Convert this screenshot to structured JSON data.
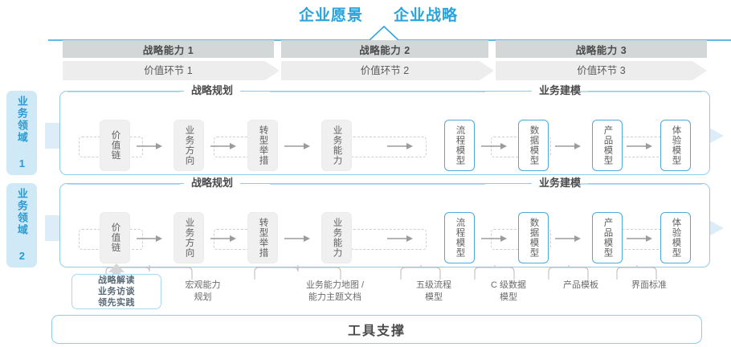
{
  "colors": {
    "accent_blue": "#29a3dc",
    "node_border_blue": "#4fa9dd",
    "band_blue": "#dcedf8",
    "header_gray": "#d4d7d8",
    "stage_gray": "#ededed",
    "text_gray": "#5a5a5a"
  },
  "header": {
    "vision": "企业愿景",
    "strategy": "企业战略",
    "capabilities": [
      {
        "label": "战略能力 1"
      },
      {
        "label": "战略能力 2"
      },
      {
        "label": "战略能力 3"
      }
    ],
    "value_stages": [
      {
        "label": "价值环节 1"
      },
      {
        "label": "价值环节 2"
      },
      {
        "label": "价值环节 3"
      }
    ]
  },
  "domains": [
    {
      "tab_label": "业务领域 1",
      "sections": [
        {
          "title": "战略规划"
        },
        {
          "title": "业务建模"
        }
      ],
      "nodes": [
        {
          "label": "价值链",
          "style": "gray"
        },
        {
          "label": "业务方向",
          "style": "gray"
        },
        {
          "label": "转型举措",
          "style": "gray"
        },
        {
          "label": "业务能力",
          "style": "gray"
        },
        {
          "label": "流程模型",
          "style": "blue"
        },
        {
          "label": "数据模型",
          "style": "blue"
        },
        {
          "label": "产品模型",
          "style": "blue"
        },
        {
          "label": "体验模型",
          "style": "blue"
        }
      ]
    },
    {
      "tab_label": "业务领域 2",
      "sections": [
        {
          "title": "战略规划"
        },
        {
          "title": "业务建模"
        }
      ],
      "nodes": [
        {
          "label": "价值链",
          "style": "gray"
        },
        {
          "label": "业务方向",
          "style": "gray"
        },
        {
          "label": "转型举措",
          "style": "gray"
        },
        {
          "label": "业务能力",
          "style": "gray"
        },
        {
          "label": "流程模型",
          "style": "blue"
        },
        {
          "label": "数据模型",
          "style": "blue"
        },
        {
          "label": "产品模型",
          "style": "blue"
        },
        {
          "label": "体验模型",
          "style": "blue"
        }
      ]
    }
  ],
  "annotations": [
    {
      "line1": "战略解读",
      "line2": "业务访谈",
      "line3": "领先实践",
      "boxed": true
    },
    {
      "line1": "宏观能力",
      "line2": "规划"
    },
    {
      "line1": "业务能力地图 /",
      "line2": "能力主题文档"
    },
    {
      "line1": "五级流程",
      "line2": "模型"
    },
    {
      "line1": "C 级数据",
      "line2": "模型"
    },
    {
      "line1": "产品模板",
      "line2": ""
    },
    {
      "line1": "界面标准",
      "line2": ""
    }
  ],
  "footer": {
    "title": "工具支撑"
  }
}
